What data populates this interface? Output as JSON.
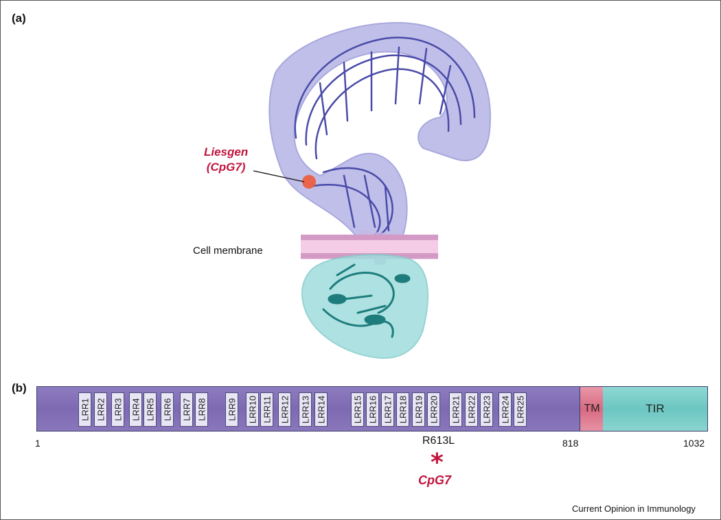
{
  "panel_a": {
    "label": "(a)",
    "ligand_label_line1": "Liesgen",
    "ligand_label_line2": "(CpG7)",
    "membrane_label": "Cell membrane"
  },
  "panel_b": {
    "label": "(b)",
    "lrr_labels": [
      "LRR1",
      "LRR2",
      "LRR3",
      "LRR4",
      "LRR5",
      "LRR6",
      "LRR7",
      "LRR8",
      "LRR9",
      "LRR10",
      "LRR11",
      "LRR12",
      "LRR13",
      "LRR14",
      "LRR15",
      "LRR16",
      "LRR17",
      "LRR18",
      "LRR19",
      "LRR20",
      "LRR21",
      "LRR22",
      "LRR23",
      "LRR24",
      "LRR25"
    ],
    "tm_label": "TM",
    "tir_label": "TIR",
    "pos_start": "1",
    "pos_tm_start": "818",
    "pos_end": "1032",
    "mutation_label": "R613L",
    "mutation_marker": "*",
    "mutation_name": "CpG7"
  },
  "footer": {
    "source": "Current Opinion in Immunology"
  },
  "colors": {
    "ectodomain": "#6e6ec8",
    "ectodomain_surface": "#b4b4e6",
    "tir_domain": "#1e8c8c",
    "tir_surface": "#a0dcdc",
    "membrane": "#e8a8d4",
    "lrr_bar": "#7d6ab2",
    "tm": "#d96a82",
    "tir": "#6cc6c2",
    "highlight": "#c0143c"
  }
}
